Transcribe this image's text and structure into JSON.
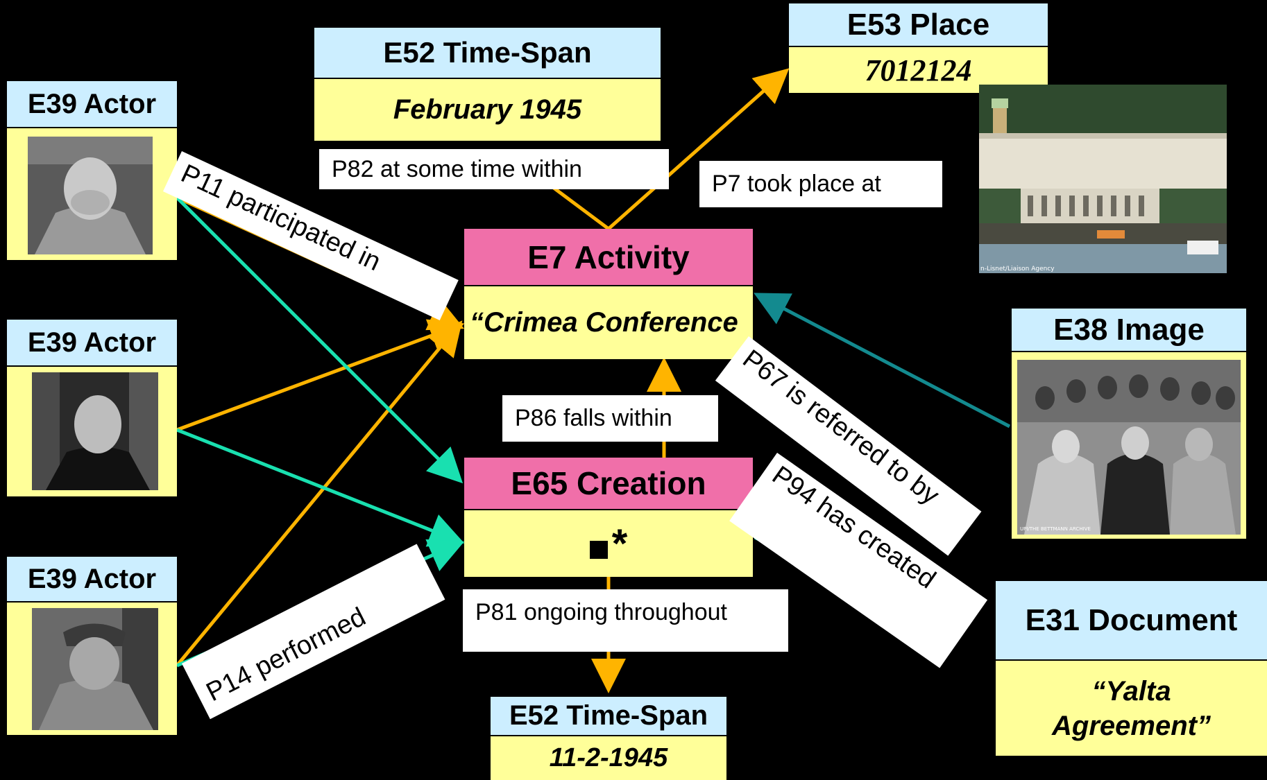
{
  "nodes": {
    "actor1": {
      "class": "E39 Actor"
    },
    "actor2": {
      "class": "E39 Actor"
    },
    "actor3": {
      "class": "E39 Actor"
    },
    "timespan1": {
      "class": "E52 Time-Span",
      "value": "February 1945"
    },
    "place": {
      "class": "E53 Place",
      "value": "7012124"
    },
    "activity": {
      "class": "E7 Activity",
      "value": "“Crimea Conference"
    },
    "creation": {
      "class": "E65 Creation",
      "value": "*"
    },
    "image": {
      "class": "E38 Image"
    },
    "document": {
      "class": "E31 Document",
      "value_line1": "“Yalta",
      "value_line2": "Agreement”"
    },
    "timespan2": {
      "class": "E52 Time-Span",
      "value": "11-2-1945"
    }
  },
  "edges": {
    "p82": "P82 at some time within",
    "p7": "P7 took place at",
    "p11": "P11 participated in",
    "p86": "P86 falls  within",
    "p67": "P67 is referred to by",
    "p94": "P94 has created",
    "p14": "P14 performed",
    "p81": "P81 ongoing throughout"
  },
  "photo_credits": {
    "yalta_photo": "n-Lisnet/Liaison Agency",
    "group_photo": "UPI/THE BETTMANN ARCHIVE"
  },
  "colors": {
    "background": "#000000",
    "class_header": "#cceeff",
    "value_box": "#ffff99",
    "event_header": "#f06fa9",
    "arrow_orange": "#ffb400",
    "arrow_teal": "#19e0b0",
    "arrow_dark_teal": "#138a8f"
  }
}
